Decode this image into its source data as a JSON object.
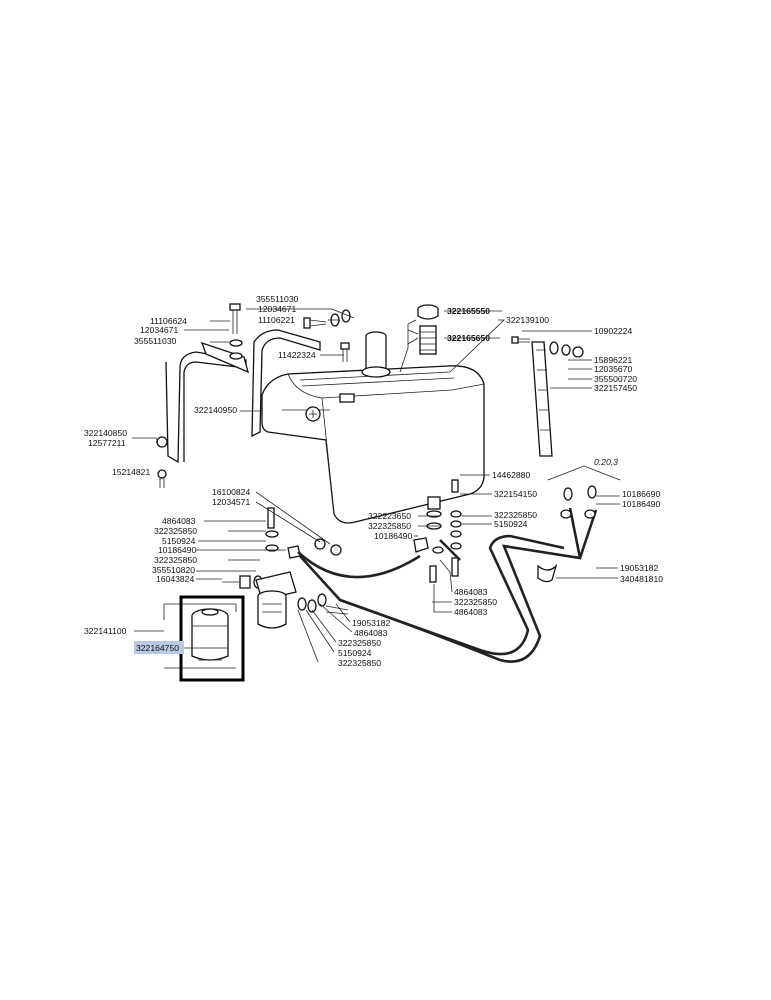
{
  "labels": {
    "l_355511030_top": "355511030",
    "l_12034671_top": "12034671",
    "l_11106221": "11106221",
    "l_11106624": "11106624",
    "l_12034671_left": "12034671",
    "l_355511030_left": "355511030",
    "l_11422324": "11422324",
    "l_322140950": "322140950",
    "l_322140850": "322140850",
    "l_12577211": "12577211",
    "l_15214821": "15214821",
    "l_322165550": "322165550",
    "l_322139100": "322139100",
    "l_322165650": "322165650",
    "l_10902224": "10902224",
    "l_15896221": "15896221",
    "l_12035670": "12035670",
    "l_355500720": "355500720",
    "l_322157450": "322157450",
    "l_0203": "0.20.3",
    "l_14462880": "14462880",
    "l_322154150": "322154150",
    "l_10186690": "10186690",
    "l_10186490_right": "10186490",
    "l_16100824": "16100824",
    "l_12034571": "12034571",
    "l_322223650": "322223650",
    "l_322325850_mid": "322325850",
    "l_322325850_mr": "322325850",
    "l_5150924_mr": "5150924",
    "l_10186490_mid": "10186490",
    "l_4864083_left": "4864083",
    "l_322325850_left": "322325850",
    "l_5150924_left": "5150924",
    "l_10186490_left": "10186490",
    "l_322325850_left2": "322325850",
    "l_355510820": "355510820",
    "l_16043824": "16043824",
    "l_19053182_right": "19053182",
    "l_340481810": "340481810",
    "l_4864083_mid": "4864083",
    "l_322325850_mid2": "322325850",
    "l_4864083_mid2": "4864083",
    "l_322141100": "322141100",
    "l_322164750": "322164750",
    "l_19053182_low": "19053182",
    "l_4864083_low": "4864083",
    "l_322325850_low": "322325850",
    "l_5150924_low": "5150924",
    "l_322325850_low2": "322325850"
  },
  "colors": {
    "highlight": "#b9c8e6",
    "stroke": "#111111"
  }
}
